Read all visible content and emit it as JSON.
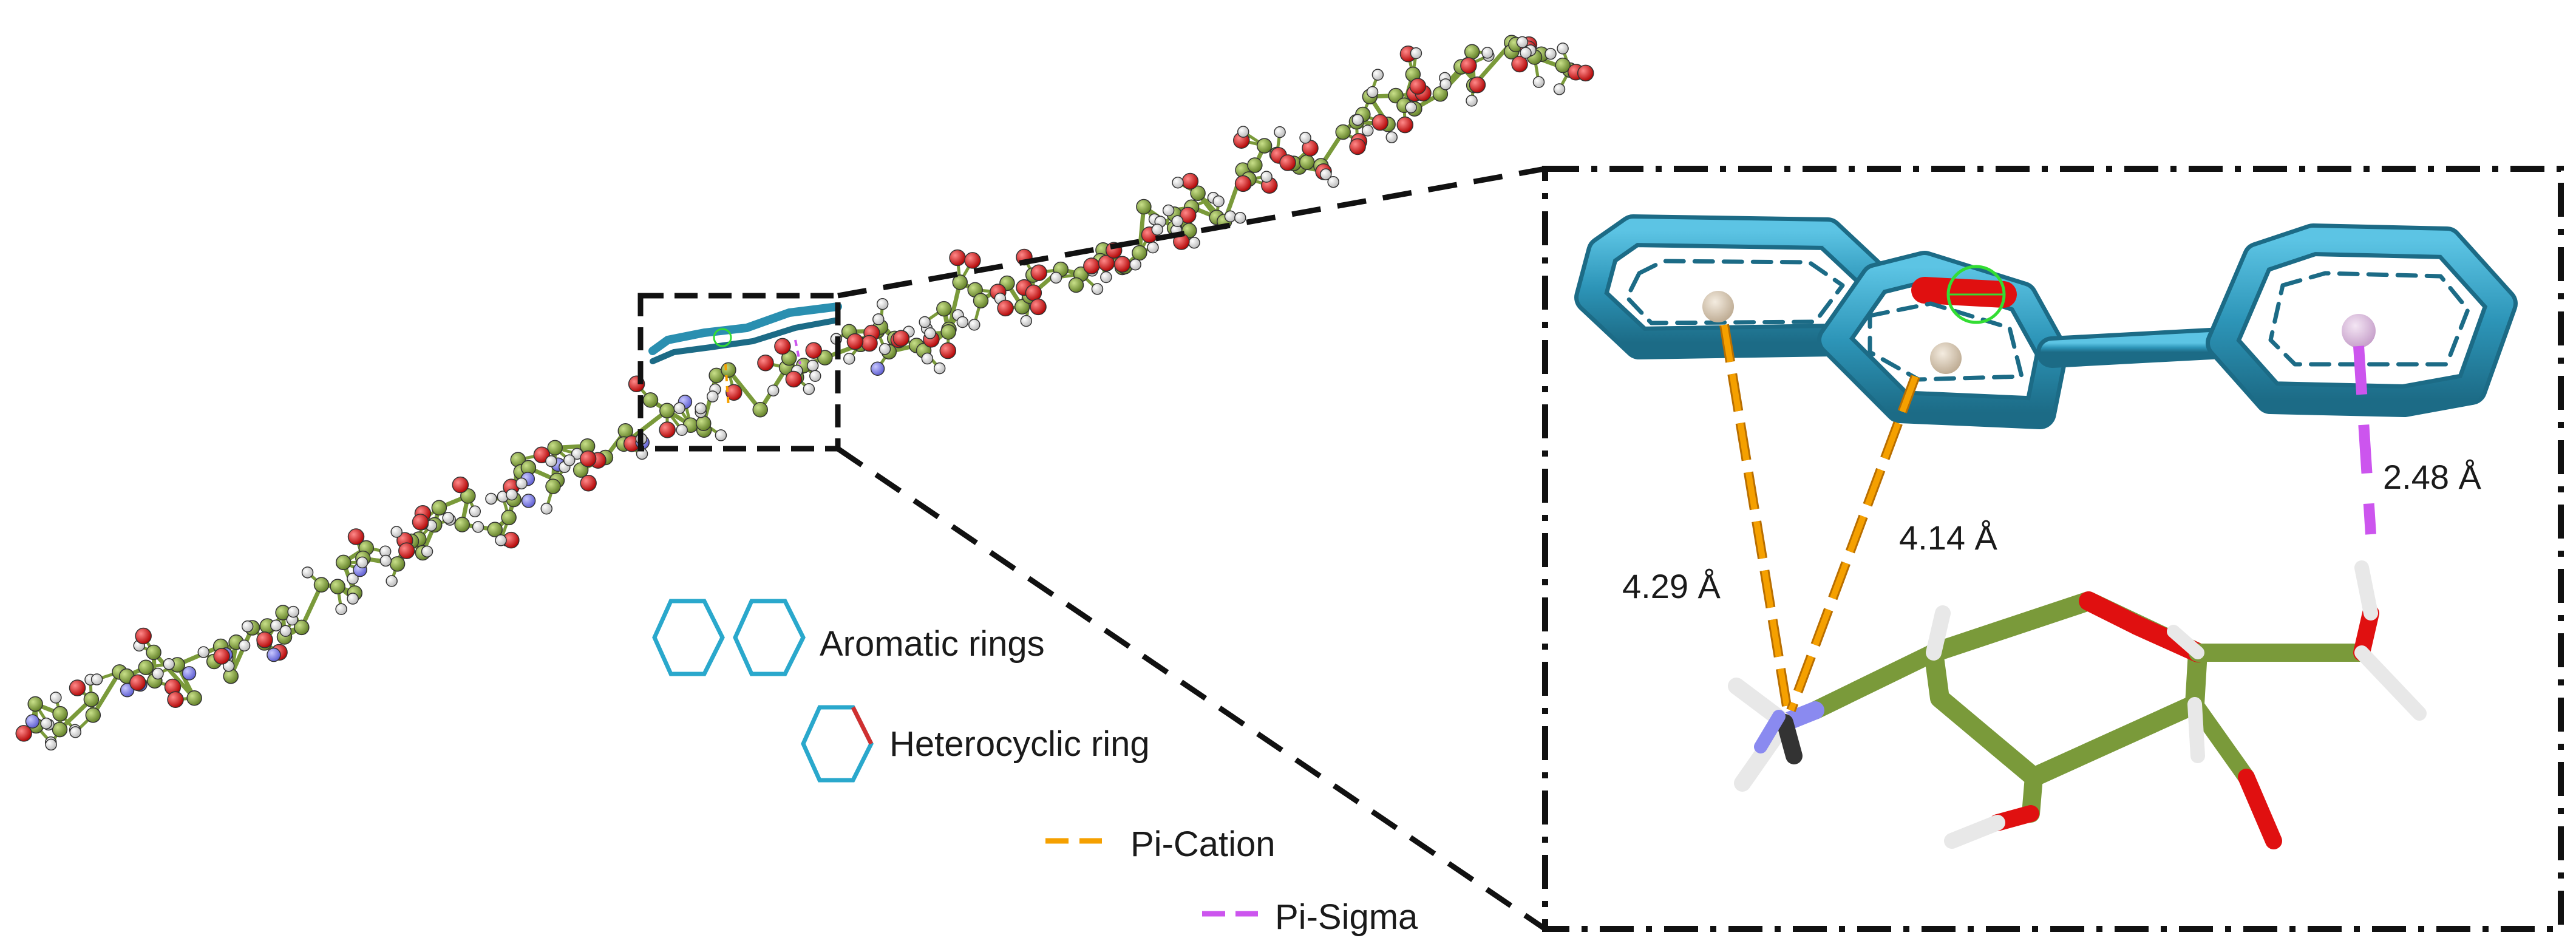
{
  "legend": {
    "aromatic_label": "Aromatic rings",
    "heterocyclic_label": "Heterocyclic ring",
    "pi_cation_label": "Pi-Cation",
    "pi_sigma_label": "Pi-Sigma"
  },
  "distances": {
    "d1": "4.29 Å",
    "d2": "4.14 Å",
    "d3": "2.48 Å"
  },
  "colors": {
    "carbon_chain": "#7a9a3a",
    "oxygen": "#e01010",
    "nitrogen": "#8a8af0",
    "hydrogen": "#f2f2f2",
    "aromatic": "#2a8fb0",
    "pi_cation": "#f5a000",
    "pi_sigma": "#cc55ee",
    "frame": "#111111"
  },
  "icons": [
    "aromatic-ring-icon",
    "heterocyclic-ring-icon",
    "pi-cation-dash-icon",
    "pi-sigma-dash-icon",
    "zoom-frame"
  ]
}
